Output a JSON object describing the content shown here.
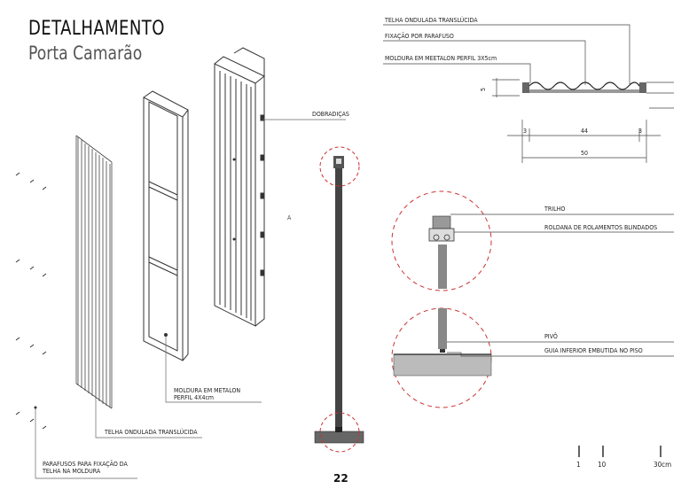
{
  "header": {
    "title": "DETALHAMENTO",
    "subtitle": "Porta Camarão"
  },
  "labels": {
    "dobradicas": "DOBRADIÇAS",
    "moldura_line1": "MOLDURA EM METALON",
    "moldura_line2": "PERFIL 4X4cm",
    "telha_exploded": "TELHA ONDULADA TRANSLÚCIDA",
    "parafusos_line1": "PARAFUSOS PARA FIXAÇÃO DA",
    "parafusos_line2": "TELHA NA MOLDURA",
    "telha_section": "TELHA ONDULADA TRANSLÚCIDA",
    "fixacao": "FIXAÇÃO POR PARAFUSO",
    "moldura_section": "MOLDURA EM MEETALON PERFIL 3X5cm",
    "trilho": "TRILHO",
    "roldana": "ROLDANA DE ROLAMENTOS BLINDADOS",
    "pivo": "PIVÔ",
    "guia": "GUIA INFERIOR EMBUTIDA NO PISO",
    "marker_a": "A"
  },
  "dimensions": {
    "height": "5",
    "left": "3",
    "middle": "44",
    "right": "3",
    "total": "50"
  },
  "scale_bar": {
    "mark1": "1",
    "mark2": "10",
    "mark3": "30cm"
  },
  "page_number": "22"
}
